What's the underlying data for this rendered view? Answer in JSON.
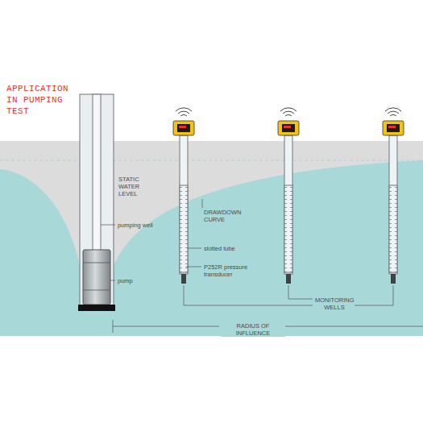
{
  "diagram": {
    "title": "APPLICATION IN PUMPING TEST",
    "labels": [
      "STATIC WATER LEVEL",
      "pumping well",
      "pump",
      "DRAWDOWN CURVE",
      "slotted tube",
      "P252R pressure transducer",
      "MONITORING WELLS",
      "RADIUS OF INFLUENCE"
    ]
  }
}
